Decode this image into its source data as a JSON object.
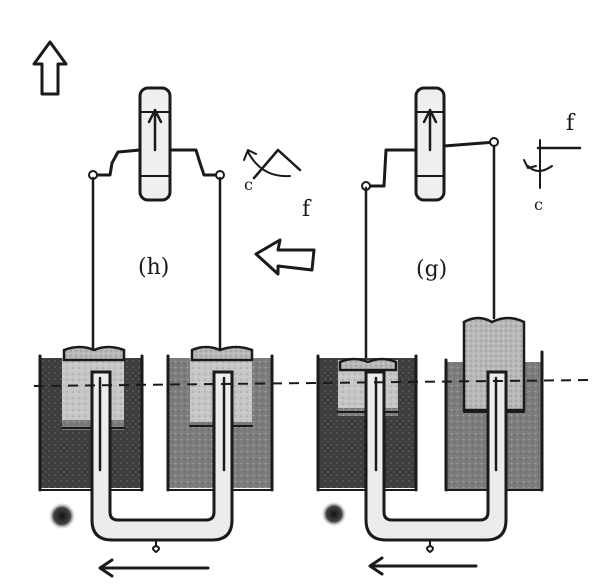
{
  "labels": {
    "panel_h": "(h)",
    "panel_g": "(g)",
    "rot_h_c": "c",
    "rot_h_f": "f",
    "rot_g_c": "c",
    "rot_g_f": "f"
  },
  "colors": {
    "ink": "#1a1a1a",
    "dark_fluid": "#3a3a3a",
    "medium_fluid": "#7a7a7a",
    "light_fluid": "#c8c8c8",
    "piston": "#b9b9b9",
    "tube": "#e6e6e6"
  },
  "icons": {
    "up_arrow": "hollow-up-arrow-icon",
    "transition_arrow": "hollow-left-arrow-icon",
    "flow_arrow_h": "left-arrow-icon",
    "flow_arrow_g": "left-arrow-icon"
  }
}
